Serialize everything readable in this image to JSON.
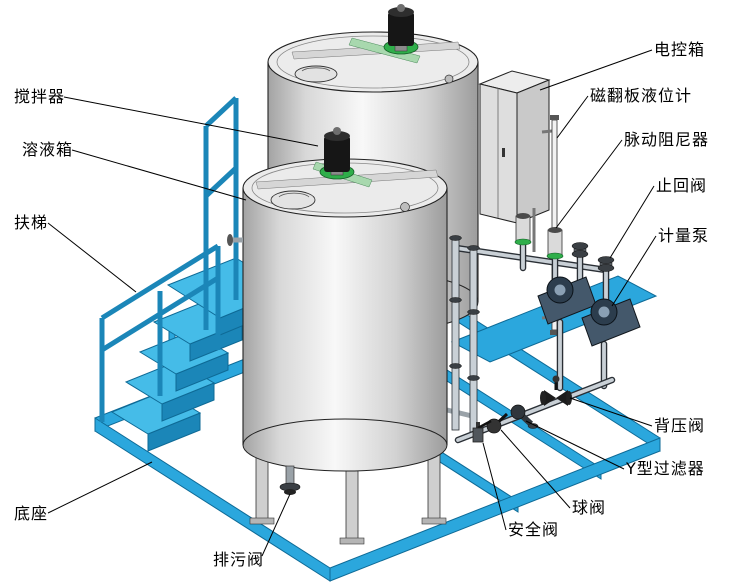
{
  "colors": {
    "frame_blue": "#2BA7DD",
    "frame_blue_dark": "#0E6A96",
    "tread_blue": "#45BCE8",
    "tank_gray": "#E9E9E9",
    "tank_shade": "#9F9F9F",
    "motor_black": "#1A1A1A",
    "motor_green": "#2FAE4A",
    "pump_navy": "#44586B",
    "box_gray": "#D9D9D9",
    "line_black": "#000000"
  },
  "callouts": [
    {
      "id": "agitator",
      "label": "搅拌器"
    },
    {
      "id": "solution-tank",
      "label": "溶液箱"
    },
    {
      "id": "ladder",
      "label": "扶梯"
    },
    {
      "id": "base",
      "label": "底座"
    },
    {
      "id": "control-box",
      "label": "电控箱"
    },
    {
      "id": "level-gauge",
      "label": "磁翻板液位计"
    },
    {
      "id": "pulsation-damper",
      "label": "脉动阻尼器"
    },
    {
      "id": "check-valve",
      "label": "止回阀"
    },
    {
      "id": "metering-pump",
      "label": "计量泵"
    },
    {
      "id": "back-pressure-valve",
      "label": "背压阀"
    },
    {
      "id": "y-strainer",
      "label": "Y型过滤器"
    },
    {
      "id": "ball-valve",
      "label": "球阀"
    },
    {
      "id": "safety-valve",
      "label": "安全阀"
    },
    {
      "id": "drain-valve",
      "label": "排污阀"
    }
  ]
}
